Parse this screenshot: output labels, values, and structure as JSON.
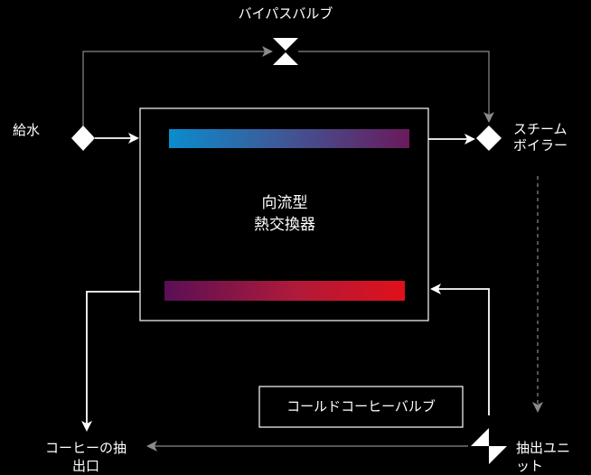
{
  "labels": {
    "bypass_valve": "バイパスバルブ",
    "feed_water": "給水",
    "steam_boiler_line1": "スチーム",
    "steam_boiler_line2": "ボイラー",
    "exchanger_line1": "向流型",
    "exchanger_line2": "熱交換器",
    "cold_coffee_valve": "コールドコーヒーバルブ",
    "coffee_outlet_line1": "コーヒーの抽",
    "coffee_outlet_line2": "出口",
    "extraction_unit_line1": "抽出ユニ",
    "extraction_unit_line2": "ット"
  },
  "colors": {
    "background": "#000000",
    "line": "#ffffff",
    "line_secondary": "#8a8a8a",
    "cold_gradient": [
      "#0a8ccc",
      "#3d5a9a",
      "#6a1a5c"
    ],
    "hot_gradient": [
      "#5a0f55",
      "#b01a3a",
      "#e0101a"
    ]
  }
}
